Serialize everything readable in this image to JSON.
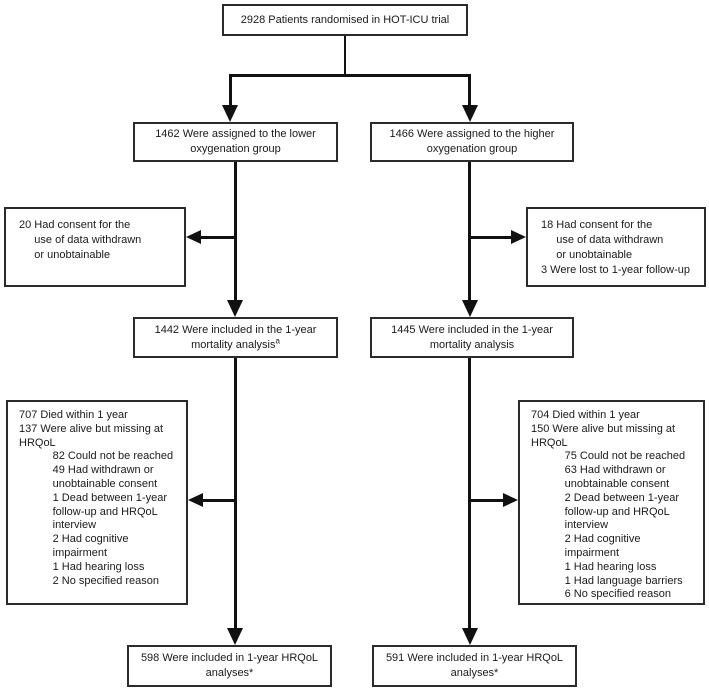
{
  "diagram": {
    "type": "consort-flowchart",
    "colors": {
      "background": "#ffffff",
      "box_border": "#2b2b2b",
      "text": "#1a1a1a",
      "line": "#111111"
    },
    "nodes": {
      "randomised": {
        "text": "2928 Patients randomised in HOT-ICU trial"
      },
      "group_left": {
        "text": "1462 Were assigned to the lower\noxygenation group"
      },
      "group_right": {
        "text": "1466 Were assigned to the higher\noxygenation group"
      },
      "consent_left": {
        "text": "20 Had consent for the\n     use of data withdrawn\n     or unobtainable"
      },
      "consent_right": {
        "text": "18 Had consent for the\n     use of data withdrawn\n     or unobtainable\n3 Were lost to 1-year follow-up"
      },
      "mortality_left": {
        "text": "1442 Were included in the 1-year\nmortality analysis",
        "superscript": "a"
      },
      "mortality_right": {
        "text": "1445 Were included in the 1-year\nmortality analysis"
      },
      "exclusion_left": {
        "text": "707 Died within 1 year\n137 Were alive but missing at\nHRQoL\n           82 Could not be reached\n           49 Had withdrawn or\n           unobtainable consent\n           1 Dead between 1-year\n           follow-up and HRQoL\n           interview\n           2 Had cognitive\n           impairment\n           1 Had hearing loss\n           2 No specified reason"
      },
      "exclusion_right": {
        "text": "704 Died within 1 year\n150 Were alive but missing at\nHRQoL\n           75 Could not be reached\n           63 Had withdrawn or\n           unobtainable consent\n           2 Dead between 1-year\n           follow-up and HRQoL\n           interview\n           2 Had cognitive\n           impairment\n           1 Had hearing loss\n           1 Had language barriers\n           6 No specified reason"
      },
      "final_left": {
        "text": "598 Were included in 1-year HRQoL\nanalyses*"
      },
      "final_right": {
        "text": "591 Were included in 1-year HRQoL\nanalyses*"
      }
    }
  }
}
